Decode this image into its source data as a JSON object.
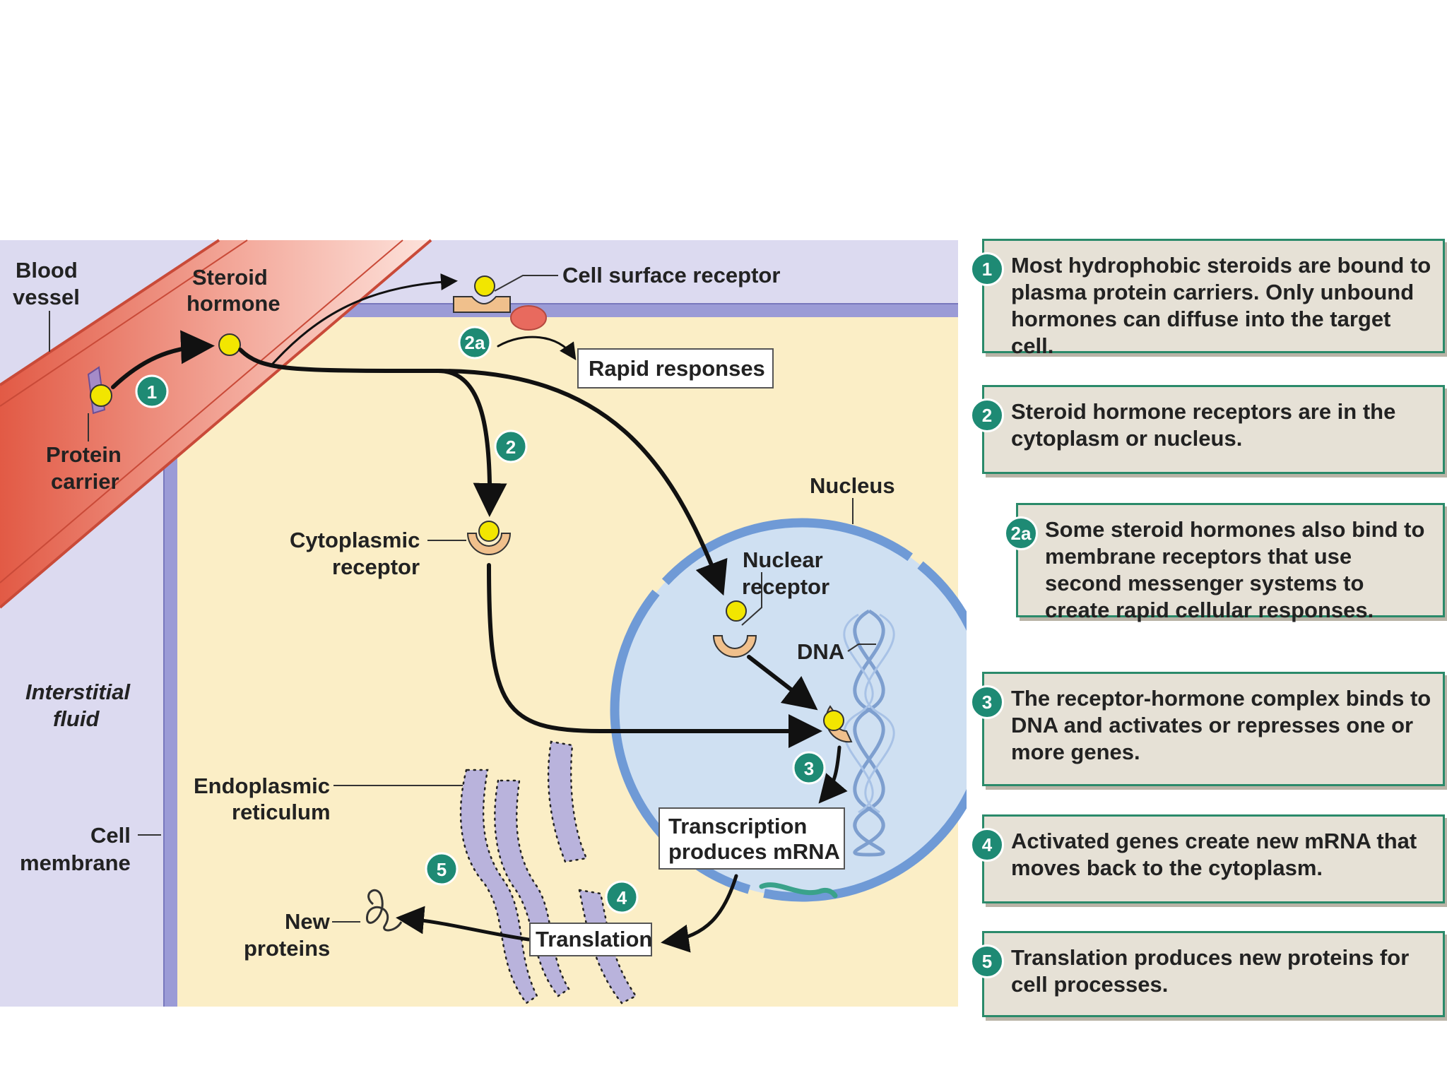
{
  "labels": {
    "blood_vessel": [
      "Blood",
      "vessel"
    ],
    "steroid_hormone": [
      "Steroid",
      "hormone"
    ],
    "protein_carrier": [
      "Protein",
      "carrier"
    ],
    "cell_surface_receptor": "Cell surface receptor",
    "rapid_responses": "Rapid responses",
    "nucleus": "Nucleus",
    "cytoplasmic_receptor": [
      "Cytoplasmic",
      "receptor"
    ],
    "nuclear_receptor": [
      "Nuclear",
      "receptor"
    ],
    "dna": "DNA",
    "interstitial_fluid": [
      "Interstitial",
      "fluid"
    ],
    "cell_membrane": [
      "Cell",
      "membrane"
    ],
    "endoplasmic_reticulum": [
      "Endoplasmic",
      "reticulum"
    ],
    "transcription": [
      "Transcription",
      "produces mRNA"
    ],
    "new_proteins": [
      "New",
      "proteins"
    ],
    "translation": "Translation"
  },
  "badges": [
    "1",
    "2",
    "2a",
    "3",
    "4",
    "5"
  ],
  "steps": [
    {
      "num": "1",
      "text": "Most hydrophobic steroids are bound to plasma protein carriers. Only unbound hormones can diffuse into the target cell."
    },
    {
      "num": "2",
      "text": "Steroid hormone receptors are in the cytoplasm or nucleus."
    },
    {
      "num": "2a",
      "text": "Some steroid hormones also bind to membrane receptors that use second messenger systems to create rapid cellular responses."
    },
    {
      "num": "3",
      "text": "The receptor-hormone complex binds to DNA and activates or represses one or more genes."
    },
    {
      "num": "4",
      "text": "Activated genes create new mRNA that moves back to the cytoplasm."
    },
    {
      "num": "5",
      "text": "Translation produces new proteins for cell processes."
    }
  ],
  "colors": {
    "interstitial": "#dcdaf0",
    "cytoplasm": "#fbeec6",
    "membrane": "#9b9bd6",
    "vessel": "#e8705c",
    "nucleus": "#cfe0f2",
    "nuclear_envelope": "#6f9ad6",
    "badge": "#1e8a74",
    "hormone": "#f2e600",
    "receptor": "#f0c08c",
    "box_border": "#2a8a6a",
    "box_fill": "#e6e1d6"
  }
}
